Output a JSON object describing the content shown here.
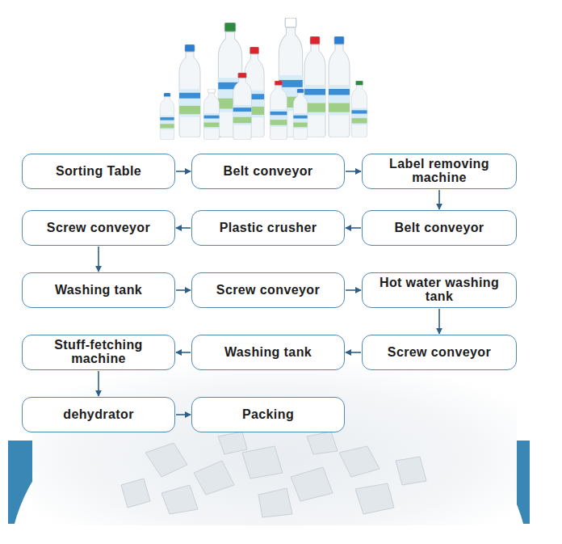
{
  "diagram": {
    "nodes": [
      {
        "text": [
          "Sorting Table"
        ]
      },
      {
        "text": [
          "Belt conveyor"
        ]
      },
      {
        "text": [
          "Label removing machine"
        ]
      },
      {
        "text": [
          "Belt conveyor"
        ]
      },
      {
        "text": [
          "Plastic crusher"
        ]
      },
      {
        "text": [
          "Screw conveyor"
        ]
      },
      {
        "text": [
          "Washing tank"
        ]
      },
      {
        "text": [
          "Screw conveyor"
        ]
      },
      {
        "text": [
          "Hot water washing tank"
        ]
      },
      {
        "text": [
          "Screw conveyor"
        ]
      },
      {
        "text": [
          "Washing tank"
        ]
      },
      {
        "text": [
          "Stuff-fetching machine"
        ]
      },
      {
        "text": [
          "dehydrator"
        ]
      },
      {
        "text": [
          "Packing"
        ]
      }
    ],
    "edges": [
      {
        "from": 0,
        "to": 1,
        "arrow": "to"
      },
      {
        "from": 1,
        "to": 2,
        "arrow": "to"
      },
      {
        "from": 2,
        "to": 3,
        "arrow": "to"
      },
      {
        "from": 3,
        "to": 4,
        "arrow": "to"
      },
      {
        "from": 4,
        "to": 5,
        "arrow": "to"
      },
      {
        "from": 5,
        "to": 6,
        "arrow": "to"
      },
      {
        "from": 6,
        "to": 7,
        "arrow": "to"
      },
      {
        "from": 7,
        "to": 8,
        "arrow": "to"
      },
      {
        "from": 8,
        "to": 9,
        "arrow": "to"
      },
      {
        "from": 9,
        "to": 10,
        "arrow": "to"
      },
      {
        "from": 10,
        "to": 11,
        "arrow": "to"
      },
      {
        "from": 11,
        "to": 12,
        "arrow": "to"
      },
      {
        "from": 12,
        "to": 13,
        "arrow": "to"
      }
    ]
  }
}
